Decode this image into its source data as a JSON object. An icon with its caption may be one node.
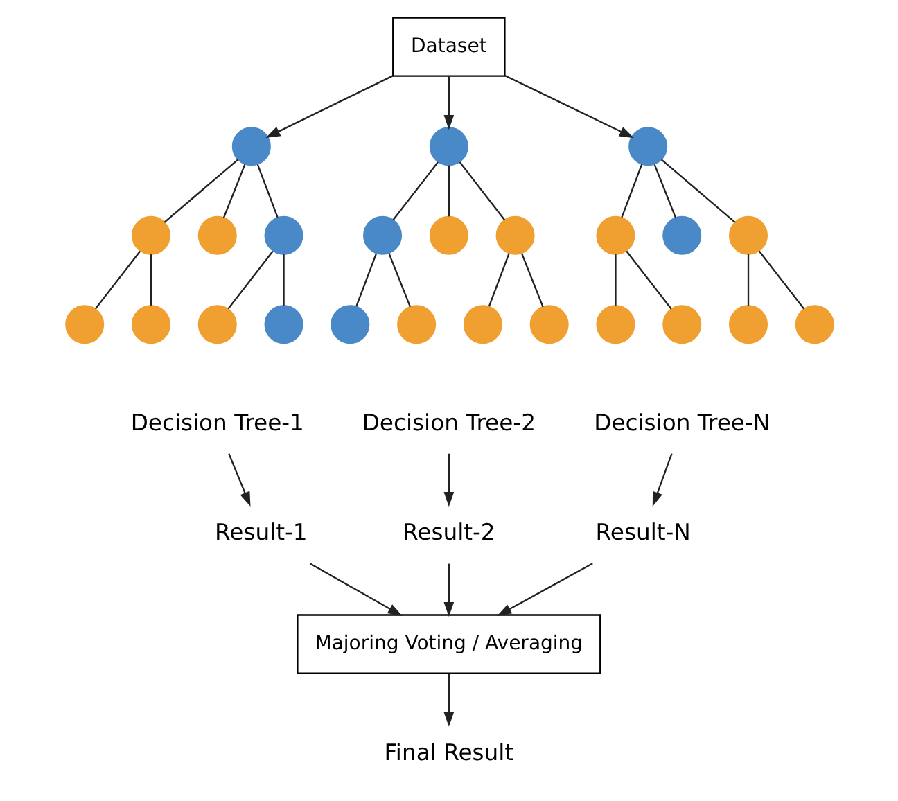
{
  "diagram": {
    "nodes": [
      {
        "text": [
          "Dataset"
        ]
      },
      {
        "text": [],
        "shape": "circle"
      },
      {
        "text": [],
        "shape": "circle"
      },
      {
        "text": [],
        "shape": "circle"
      },
      {
        "text": [],
        "shape": "circle"
      },
      {
        "text": [],
        "shape": "circle"
      },
      {
        "text": [],
        "shape": "circle"
      },
      {
        "text": [],
        "shape": "circle"
      },
      {
        "text": [],
        "shape": "circle"
      },
      {
        "text": [],
        "shape": "circle"
      },
      {
        "text": [],
        "shape": "circle"
      },
      {
        "text": [],
        "shape": "circle"
      },
      {
        "text": [],
        "shape": "circle"
      },
      {
        "text": [],
        "shape": "circle"
      },
      {
        "text": [],
        "shape": "circle"
      },
      {
        "text": [],
        "shape": "circle"
      },
      {
        "text": [],
        "shape": "circle"
      },
      {
        "text": [],
        "shape": "circle"
      },
      {
        "text": [],
        "shape": "circle"
      },
      {
        "text": [],
        "shape": "circle"
      },
      {
        "text": [],
        "shape": "circle"
      },
      {
        "text": [],
        "shape": "circle"
      },
      {
        "text": [],
        "shape": "circle"
      },
      {
        "text": [],
        "shape": "circle"
      },
      {
        "text": [],
        "shape": "circle"
      },
      {
        "text": [
          "Decision Tree-1"
        ]
      },
      {
        "text": [
          "Decision Tree-2"
        ]
      },
      {
        "text": [
          "Decision Tree-N"
        ]
      },
      {
        "text": [
          "Result-1"
        ]
      },
      {
        "text": [
          "Result-2"
        ]
      },
      {
        "text": [
          "Result-N"
        ]
      },
      {
        "text": [
          "Majoring Voting / Averaging"
        ]
      },
      {
        "text": [
          "Final Result"
        ]
      }
    ],
    "edges": [
      {
        "from": 0,
        "to": 1,
        "arrow": "to"
      },
      {
        "from": 0,
        "to": 2,
        "arrow": "to"
      },
      {
        "from": 0,
        "to": 3,
        "arrow": "to"
      },
      {
        "from": 1,
        "to": 4,
        "arrow": "none"
      },
      {
        "from": 1,
        "to": 5,
        "arrow": "none"
      },
      {
        "from": 1,
        "to": 6,
        "arrow": "none"
      },
      {
        "from": 2,
        "to": 7,
        "arrow": "none"
      },
      {
        "from": 2,
        "to": 8,
        "arrow": "none"
      },
      {
        "from": 2,
        "to": 9,
        "arrow": "none"
      },
      {
        "from": 3,
        "to": 10,
        "arrow": "none"
      },
      {
        "from": 3,
        "to": 11,
        "arrow": "none"
      },
      {
        "from": 3,
        "to": 12,
        "arrow": "none"
      },
      {
        "from": 4,
        "to": 13,
        "arrow": "none"
      },
      {
        "from": 4,
        "to": 14,
        "arrow": "none"
      },
      {
        "from": 6,
        "to": 15,
        "arrow": "none"
      },
      {
        "from": 6,
        "to": 16,
        "arrow": "none"
      },
      {
        "from": 7,
        "to": 17,
        "arrow": "none"
      },
      {
        "from": 7,
        "to": 18,
        "arrow": "none"
      },
      {
        "from": 9,
        "to": 19,
        "arrow": "none"
      },
      {
        "from": 9,
        "to": 20,
        "arrow": "none"
      },
      {
        "from": 10,
        "to": 21,
        "arrow": "none"
      },
      {
        "from": 10,
        "to": 22,
        "arrow": "none"
      },
      {
        "from": 12,
        "to": 23,
        "arrow": "none"
      },
      {
        "from": 12,
        "to": 24,
        "arrow": "none"
      },
      {
        "from": 25,
        "to": 28,
        "arrow": "to"
      },
      {
        "from": 26,
        "to": 29,
        "arrow": "to"
      },
      {
        "from": 27,
        "to": 30,
        "arrow": "to"
      },
      {
        "from": 28,
        "to": 31,
        "arrow": "to"
      },
      {
        "from": 29,
        "to": 31,
        "arrow": "to"
      },
      {
        "from": 30,
        "to": 31,
        "arrow": "to"
      },
      {
        "from": 31,
        "to": 32,
        "arrow": "to"
      }
    ]
  }
}
